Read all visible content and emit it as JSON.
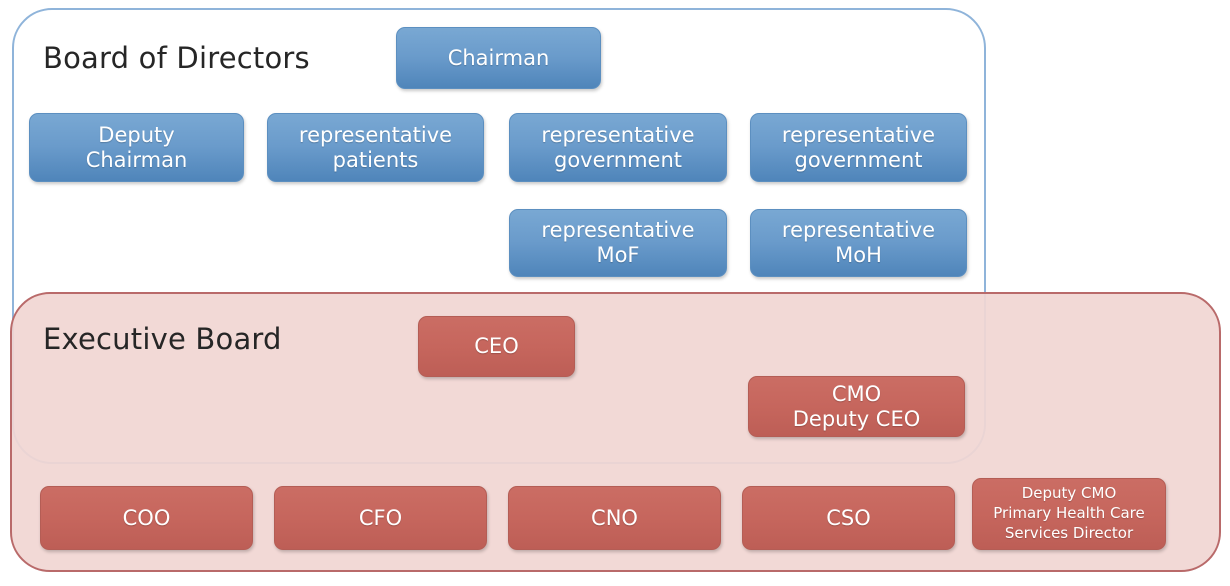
{
  "diagram": {
    "title_board": "Board of Directors",
    "title_exec": "Executive Board",
    "colors": {
      "blue_node": "#6a9bcb",
      "red_node": "#c6665d",
      "board_border": "#8fb4da",
      "exec_border": "#b96a6a",
      "exec_fill": "#f1d6d3",
      "node_text": "#ffffff",
      "title_text": "#262626"
    },
    "board_of_directors": {
      "label": "Board of Directors",
      "chairman": {
        "line1": "Chairman"
      },
      "members": [
        {
          "line1": "Deputy",
          "line2": "Chairman"
        },
        {
          "line1": "representative",
          "line2": "patients"
        },
        {
          "line1": "representative",
          "line2": "government"
        },
        {
          "line1": "representative",
          "line2": "government"
        },
        {
          "line1": "representative",
          "line2": "MoF"
        },
        {
          "line1": "representative",
          "line2": "MoH"
        }
      ]
    },
    "executive_board": {
      "label": "Executive Board",
      "ceo": {
        "line1": "CEO"
      },
      "cmo": {
        "line1": "CMO",
        "line2": "Deputy CEO"
      },
      "officers": [
        {
          "line1": "COO"
        },
        {
          "line1": "CFO"
        },
        {
          "line1": "CNO"
        },
        {
          "line1": "CSO"
        },
        {
          "line1": "Deputy CMO",
          "line2": "Primary Health Care",
          "line3": "Services Director"
        }
      ]
    }
  }
}
